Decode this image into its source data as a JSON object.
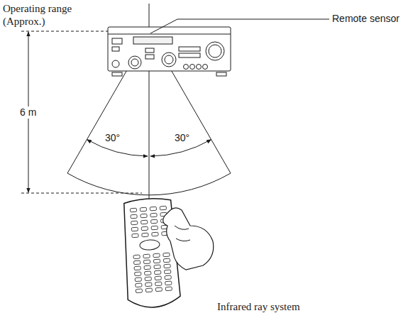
{
  "diagram": {
    "labels": [
      "Operating range (Approx.)",
      "Remote sensor",
      "6 m",
      "30°",
      "30°",
      "Infrared ray system"
    ]
  }
}
